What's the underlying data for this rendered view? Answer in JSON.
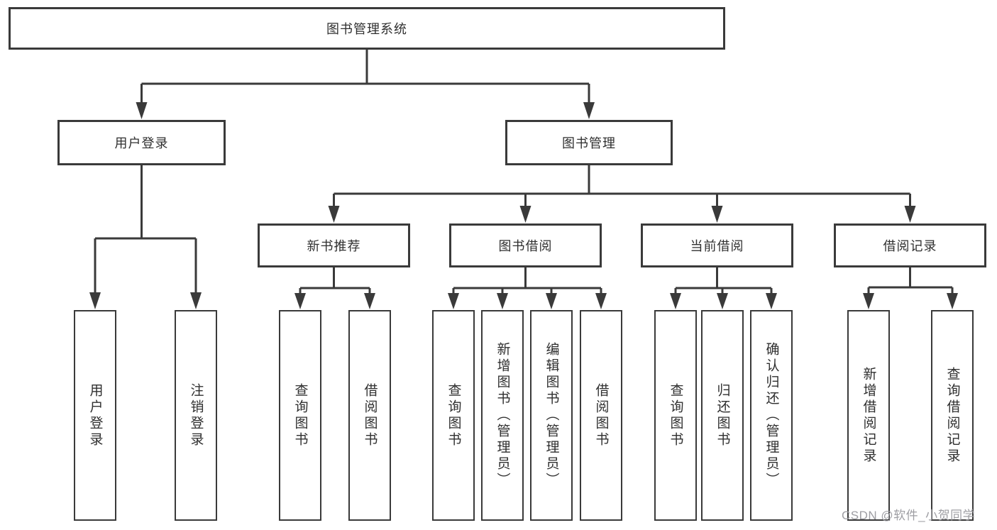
{
  "tree": {
    "root": {
      "label": "图书管理系统",
      "children": [
        {
          "label": "用户登录",
          "children": [
            {
              "label": "用户登录"
            },
            {
              "label": "注销登录"
            }
          ]
        },
        {
          "label": "图书管理",
          "children": [
            {
              "label": "新书推荐",
              "children": [
                {
                  "label": "查询图书"
                },
                {
                  "label": "借阅图书"
                }
              ]
            },
            {
              "label": "图书借阅",
              "children": [
                {
                  "label": "查询图书"
                },
                {
                  "label": "新增图书（管理员）"
                },
                {
                  "label": "编辑图书（管理员）"
                },
                {
                  "label": "借阅图书"
                }
              ]
            },
            {
              "label": "当前借阅",
              "children": [
                {
                  "label": "查询图书"
                },
                {
                  "label": "归还图书"
                },
                {
                  "label": "确认归还（管理员）"
                }
              ]
            },
            {
              "label": "借阅记录",
              "children": [
                {
                  "label": "新增借阅记录"
                },
                {
                  "label": "查询借阅记录"
                }
              ]
            }
          ]
        }
      ]
    }
  },
  "watermark": "CSDN @软件_小贺同学",
  "colors": {
    "line": "#3a3a3a",
    "box_border": "#3a3a3a",
    "text": "#2f2f2f",
    "watermark": "#9e9ea3",
    "background": "#ffffff"
  }
}
